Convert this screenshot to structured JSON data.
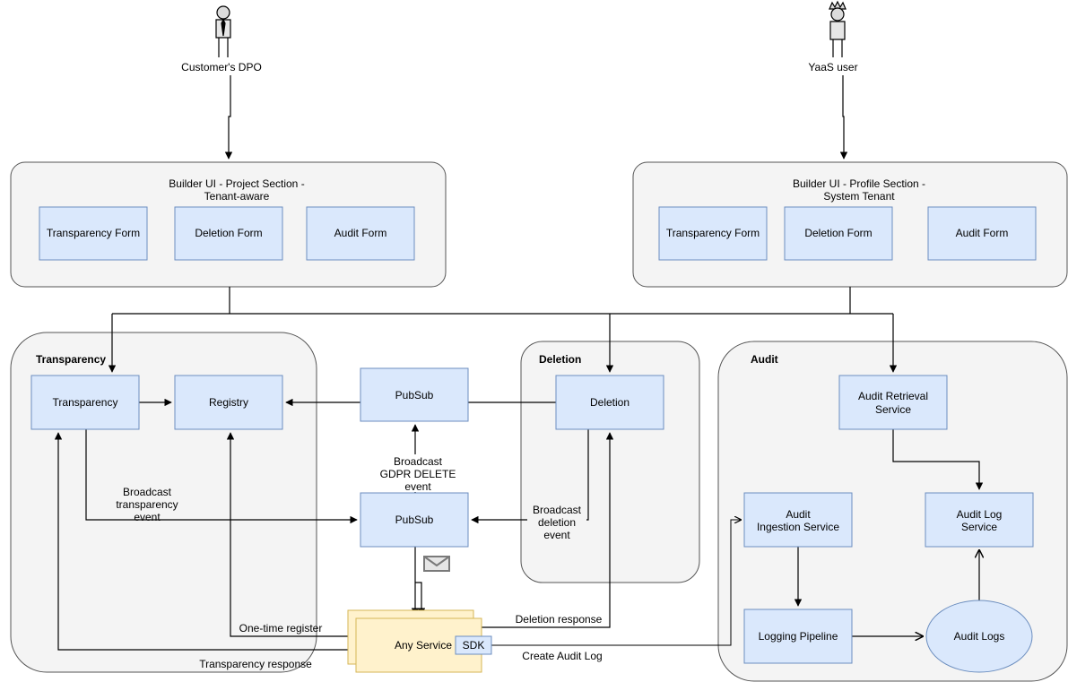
{
  "actors": {
    "dpo": {
      "label": "Customer's DPO",
      "icon": "business-person-icon"
    },
    "yaas": {
      "label": "YaaS user",
      "icon": "king-person-icon"
    }
  },
  "builder_project": {
    "title_line1": "Builder UI - Project Section -",
    "title_line2": "Tenant-aware",
    "forms": [
      "Transparency Form",
      "Deletion Form",
      "Audit Form"
    ]
  },
  "builder_profile": {
    "title_line1": "Builder UI - Profile Section -",
    "title_line2": "System Tenant",
    "forms": [
      "Transparency Form",
      "Deletion Form",
      "Audit Form"
    ]
  },
  "groups": {
    "transparency": "Transparency",
    "deletion": "Deletion",
    "audit": "Audit"
  },
  "nodes": {
    "transparency": "Transparency",
    "registry": "Registry",
    "pubsub_top": "PubSub",
    "deletion": "Deletion",
    "pubsub_mid": "PubSub",
    "audit_retrieval_line1": "Audit Retrieval",
    "audit_retrieval_line2": "Service",
    "audit_ingestion_line1": "Audit",
    "audit_ingestion_line2": "Ingestion Service",
    "audit_log_line1": "Audit Log",
    "audit_log_line2": "Service",
    "logging_pipeline": "Logging Pipeline",
    "audit_logs": "Audit Logs",
    "any_service": "Any Service",
    "sdk": "SDK"
  },
  "edge_labels": {
    "broadcast_gdpr_line1": "Broadcast",
    "broadcast_gdpr_line2": "GDPR DELETE",
    "broadcast_gdpr_line3": "event",
    "broadcast_transparency_line1": "Broadcast",
    "broadcast_transparency_line2": "transparency",
    "broadcast_transparency_line3": "event",
    "broadcast_deletion_line1": "Broadcast",
    "broadcast_deletion_line2": "deletion",
    "broadcast_deletion_line3": "event",
    "deletion_response": "Deletion response",
    "one_time_register": "One-time register",
    "create_audit_log": "Create Audit Log",
    "transparency_response": "Transparency response"
  },
  "colors": {
    "node_fill": "#dae8fc",
    "node_stroke": "#6c8ebf",
    "panel_fill": "#f4f4f4",
    "service_fill": "#fff2cc",
    "service_stroke": "#d6b656"
  }
}
